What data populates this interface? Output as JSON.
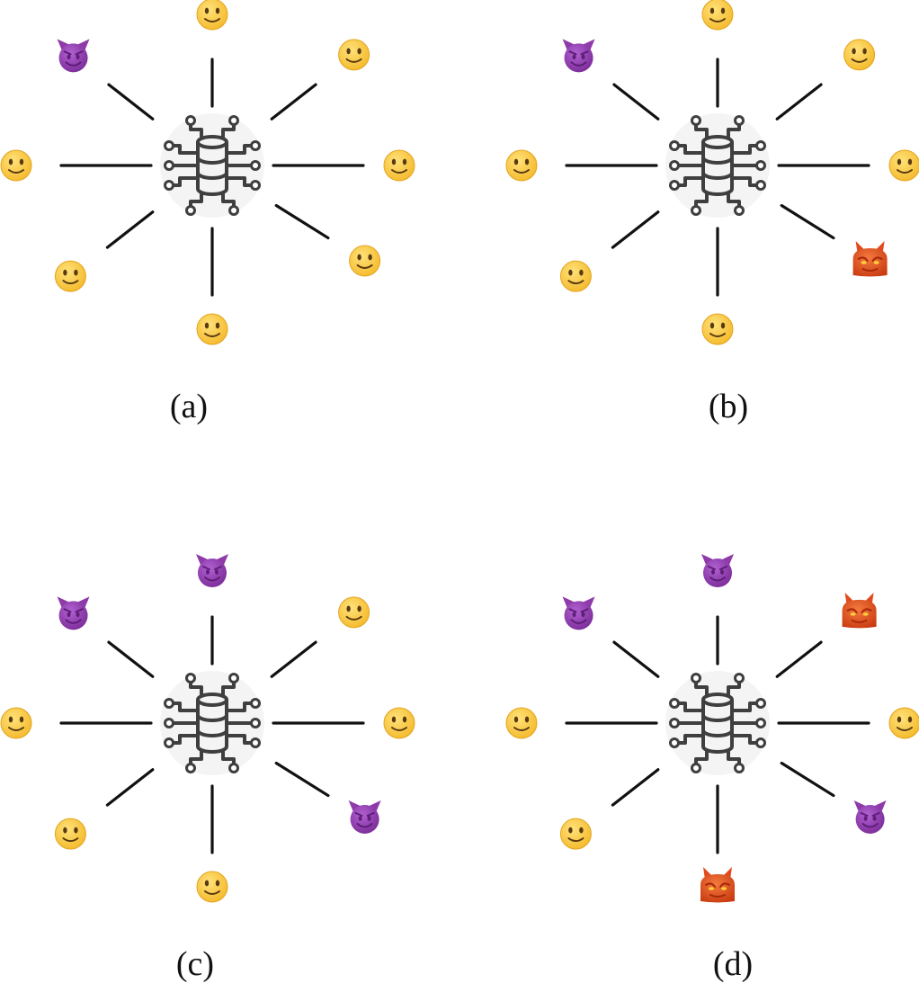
{
  "figure": {
    "legend_icons": {
      "honest": "slightly-smiling-face-icon",
      "malicious": "smiling-devil-icon",
      "attacker": "red-ogre-devil-icon",
      "server": "database-chip-icon"
    },
    "colors": {
      "honest_face": "#F7C531",
      "honest_face_edge": "#E3A521",
      "devil_purple": "#8E3BA9",
      "devil_purple_dark": "#5E1E78",
      "ogre_red": "#E24A1D",
      "ogre_red_dark": "#A8290B",
      "edge_line": "#111111",
      "server_stroke": "#3f3f3f",
      "server_bg": "#f4f4f4"
    },
    "panels": [
      {
        "label": "(a)",
        "clients": [
          "honest",
          "honest",
          "honest",
          "honest",
          "honest",
          "honest",
          "honest",
          "malicious"
        ]
      },
      {
        "label": "(b)",
        "clients": [
          "honest",
          "honest",
          "honest",
          "attacker",
          "honest",
          "honest",
          "honest",
          "malicious"
        ]
      },
      {
        "label": "(c)",
        "clients": [
          "malicious",
          "honest",
          "honest",
          "malicious",
          "honest",
          "honest",
          "honest",
          "malicious"
        ]
      },
      {
        "label": "(d)",
        "clients": [
          "malicious",
          "attacker",
          "honest",
          "malicious",
          "attacker",
          "honest",
          "honest",
          "malicious"
        ]
      }
    ]
  }
}
